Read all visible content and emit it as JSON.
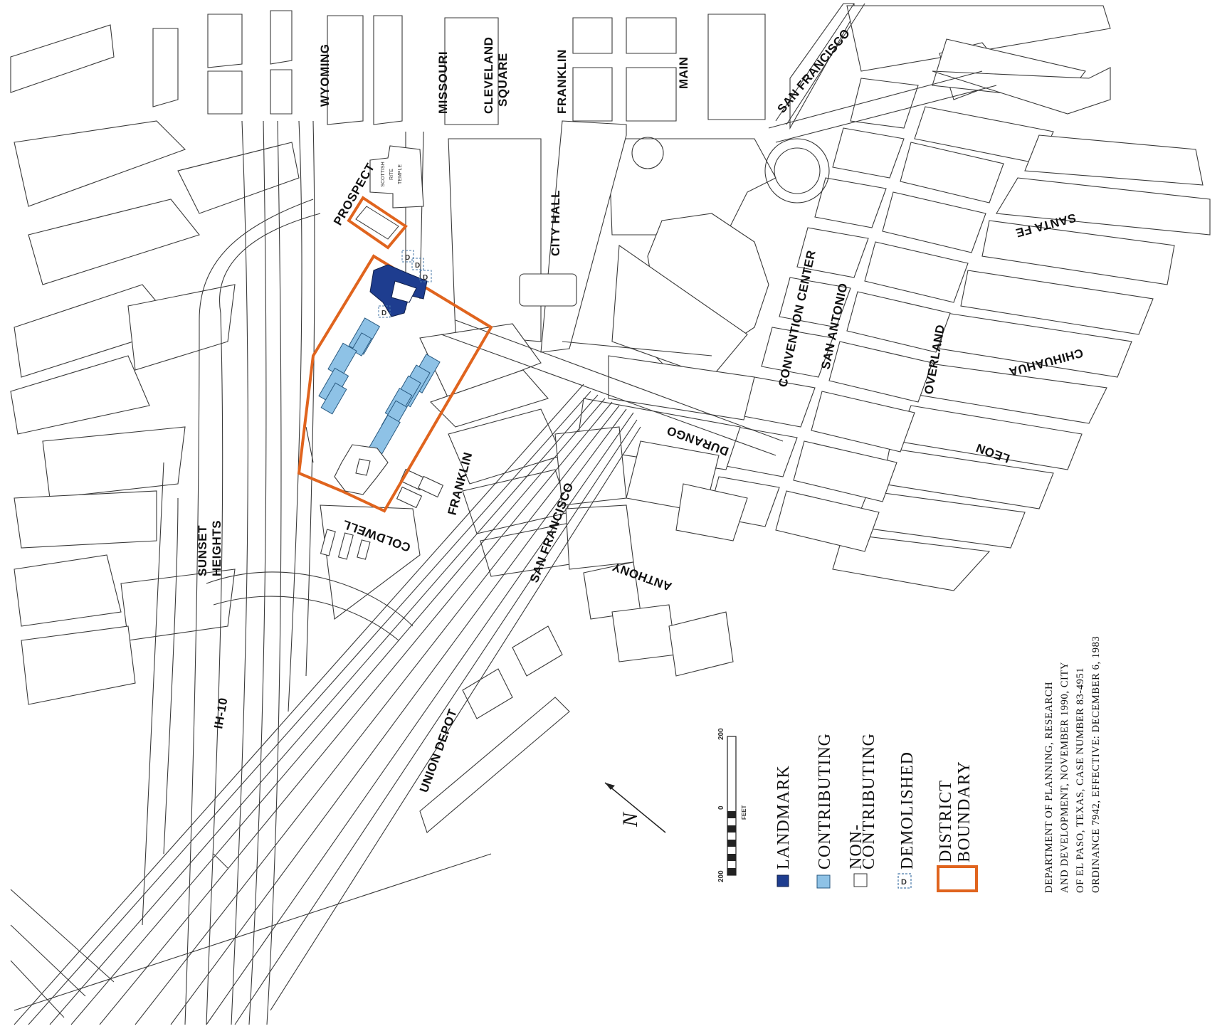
{
  "streets": {
    "wyoming": "WYOMING",
    "missouri": "MISSOURI",
    "cleveland_square_1": "CLEVELAND",
    "cleveland_square_2": "SQUARE",
    "franklin_north": "FRANKLIN",
    "main": "MAIN",
    "san_francisco_north": "SAN FRANCISCO",
    "prospect": "PROSPECT",
    "city_hall": "CITY HALL",
    "santa_fe": "SANTA FE",
    "convention_center": "CONVENTION CENTER",
    "san_antonio": "SAN ANTONIO",
    "chihuahua": "CHIHUAHUA",
    "overland": "OVERLAND",
    "durango": "DURANGO",
    "leon": "LEON",
    "franklin_south": "FRANKLIN",
    "coldwell": "COLDWELL",
    "san_francisco_south": "SAN FRANCISCO",
    "anthony": "ANTHONY",
    "sunset_heights_1": "SUNSET",
    "sunset_heights_2": "HEIGHTS",
    "ih10": "IH-10",
    "union_depot": "UNION DEPOT",
    "scottish_rite_1": "SCOTTISH",
    "scottish_rite_2": "RITE",
    "scottish_rite_3": "TEMPLE"
  },
  "demolished_marker": "D",
  "scale": {
    "left": "200",
    "zero": "0",
    "right": "200",
    "unit": "FEET"
  },
  "north_label": "N",
  "legend": {
    "landmark": "LANDMARK",
    "contributing": "CONTRIBUTING",
    "non_contributing_1": "NON-",
    "non_contributing_2": "CONTRIBUTING",
    "demolished": "DEMOLISHED",
    "district_1": "DISTRICT",
    "district_2": "BOUNDARY"
  },
  "credit": {
    "line1": "DEPARTMENT OF PLANNING, RESEARCH",
    "line2": "AND DEVELOPMENT, NOVEMBER 1990, CITY",
    "line3": "OF EL PASO, TEXAS, CASE NUMBER 83-4951",
    "line4": "ORDINANCE 7942, EFFECTIVE: DECEMBER 6, 1983"
  },
  "colors": {
    "landmark": "#1e3d8f",
    "contributing": "#8ec2e6",
    "district_boundary": "#e0641e",
    "lines": "#3a3a3a"
  }
}
